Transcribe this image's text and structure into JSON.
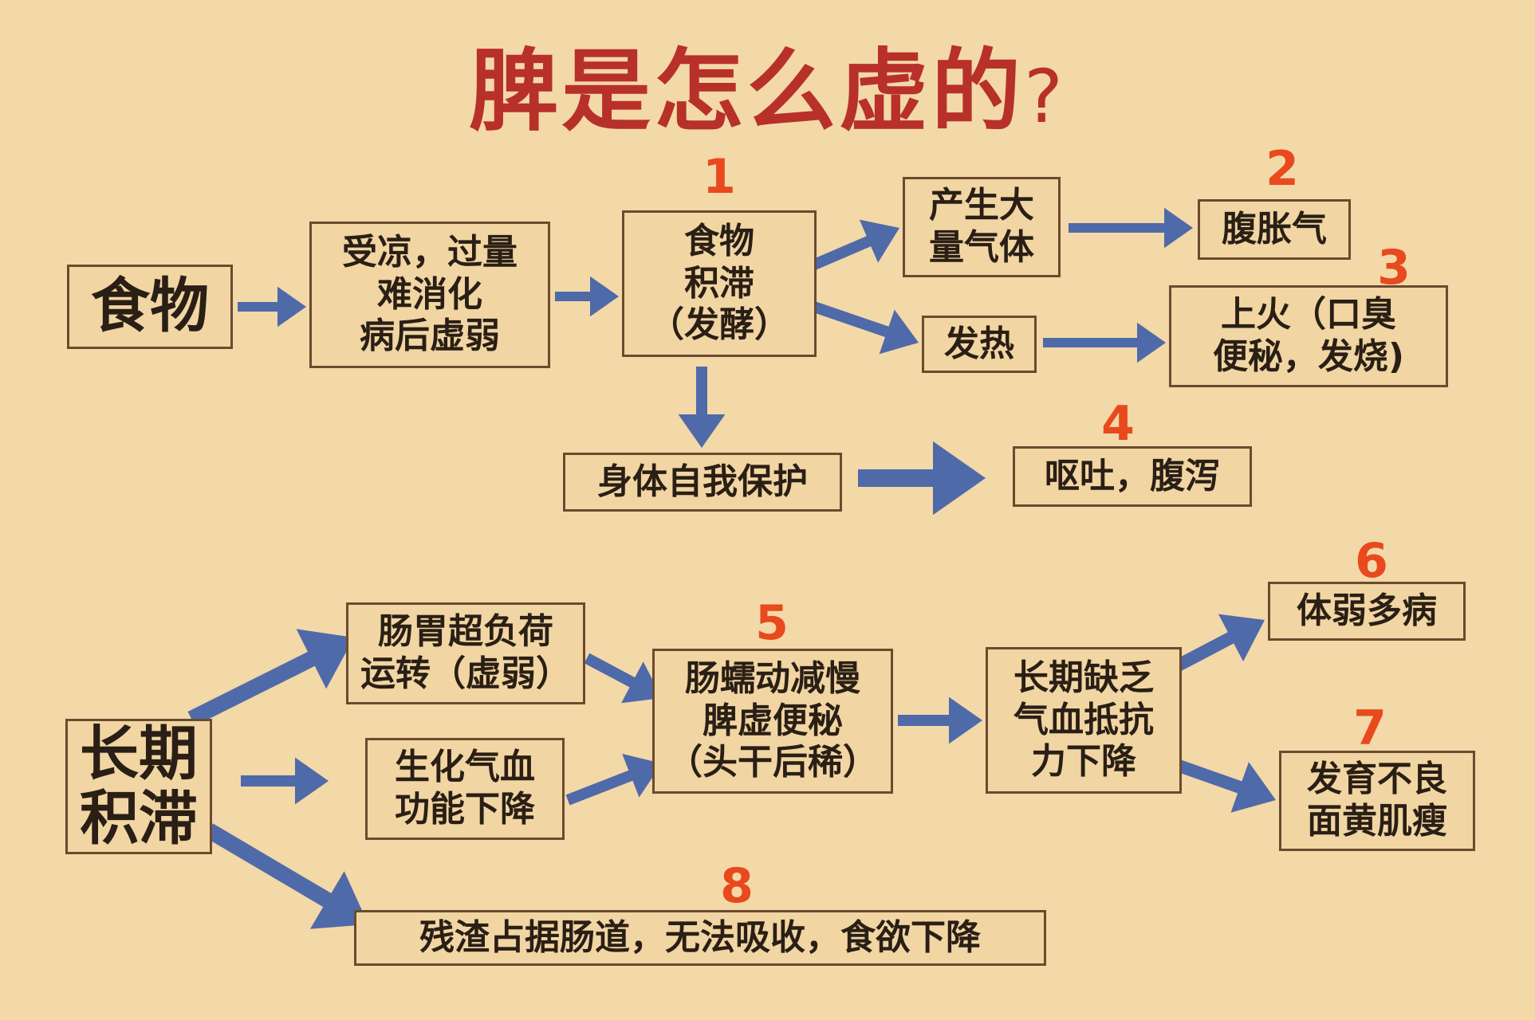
{
  "title": {
    "main": "脾是怎么虚的",
    "mark": "?"
  },
  "colors": {
    "background": "#f3d8a8",
    "title": "#b8302a",
    "number": "#e8491d",
    "arrow": "#4f6aa8",
    "border": "#6b4a2f"
  },
  "nodes": {
    "food": "食物",
    "causes": "受凉，过量\n难消化\n病后虚弱",
    "stagnation": "食物\n积滞\n（发酵）",
    "gas": "产生大\n量气体",
    "bloating": "腹胀气",
    "heat": "发热",
    "fire": "上火（口臭\n便秘，发烧)",
    "protect": "身体自我保护",
    "vomit": "呕吐，腹泻",
    "long_term": "长期\n积滞",
    "overload": "肠胃超负荷\n运转（虚弱）",
    "qi_blood": "生化气血\n功能下降",
    "peristalsis": "肠蠕动减慢\n脾虚便秘\n（头干后稀）",
    "lack": "长期缺乏\n气血抵抗\n力下降",
    "weak": "体弱多病",
    "growth": "发育不良\n面黄肌瘦",
    "residue": "残渣占据肠道，无法吸收，食欲下降"
  },
  "numbers": [
    "1",
    "2",
    "3",
    "4",
    "5",
    "6",
    "7",
    "8"
  ]
}
